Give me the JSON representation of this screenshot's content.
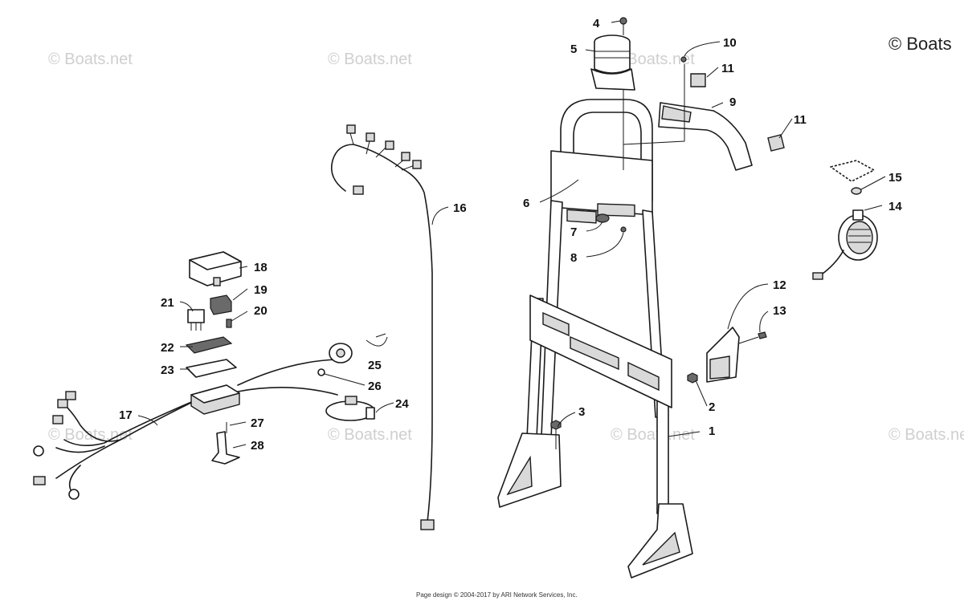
{
  "diagram": {
    "callouts": [
      {
        "id": "1",
        "label": "1"
      },
      {
        "id": "2",
        "label": "2"
      },
      {
        "id": "3",
        "label": "3"
      },
      {
        "id": "4",
        "label": "4"
      },
      {
        "id": "5",
        "label": "5"
      },
      {
        "id": "6",
        "label": "6"
      },
      {
        "id": "7",
        "label": "7"
      },
      {
        "id": "8",
        "label": "8"
      },
      {
        "id": "9",
        "label": "9"
      },
      {
        "id": "10",
        "label": "10"
      },
      {
        "id": "11a",
        "label": "11"
      },
      {
        "id": "11b",
        "label": "11"
      },
      {
        "id": "12",
        "label": "12"
      },
      {
        "id": "13",
        "label": "13"
      },
      {
        "id": "14",
        "label": "14"
      },
      {
        "id": "15",
        "label": "15"
      },
      {
        "id": "16",
        "label": "16"
      },
      {
        "id": "17",
        "label": "17"
      },
      {
        "id": "18",
        "label": "18"
      },
      {
        "id": "19",
        "label": "19"
      },
      {
        "id": "20",
        "label": "20"
      },
      {
        "id": "21",
        "label": "21"
      },
      {
        "id": "22",
        "label": "22"
      },
      {
        "id": "23",
        "label": "23"
      },
      {
        "id": "24",
        "label": "24"
      },
      {
        "id": "25",
        "label": "25"
      },
      {
        "id": "26",
        "label": "26"
      },
      {
        "id": "27",
        "label": "27"
      },
      {
        "id": "28",
        "label": "28"
      }
    ]
  },
  "watermarks": {
    "text": "© Boats.net",
    "corner_text": "© Boats"
  },
  "footer": {
    "text": "Page design © 2004-2017 by ARI Network Services, Inc."
  },
  "colors": {
    "line": "#1a1a1a",
    "watermark": "#cfcfcf",
    "background": "#ffffff"
  }
}
